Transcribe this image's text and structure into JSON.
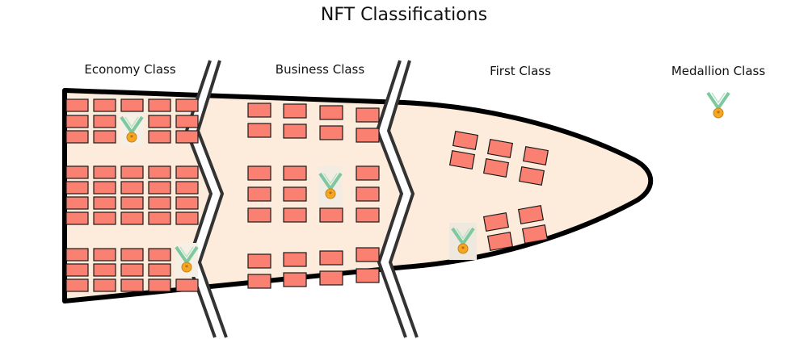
{
  "title": "NFT Classifications",
  "sections": [
    {
      "id": "economy",
      "label": "Economy Class"
    },
    {
      "id": "business",
      "label": "Business Class"
    },
    {
      "id": "first",
      "label": "First Class"
    },
    {
      "id": "medallion",
      "label": "Medallion Class"
    }
  ],
  "colors": {
    "seat": "#fa8072",
    "cabin": "#fdebdc",
    "outline": "#000000",
    "ribbon": "#7ec8a0",
    "medal": "#f5a623"
  },
  "icons": [
    "medal-icon"
  ]
}
